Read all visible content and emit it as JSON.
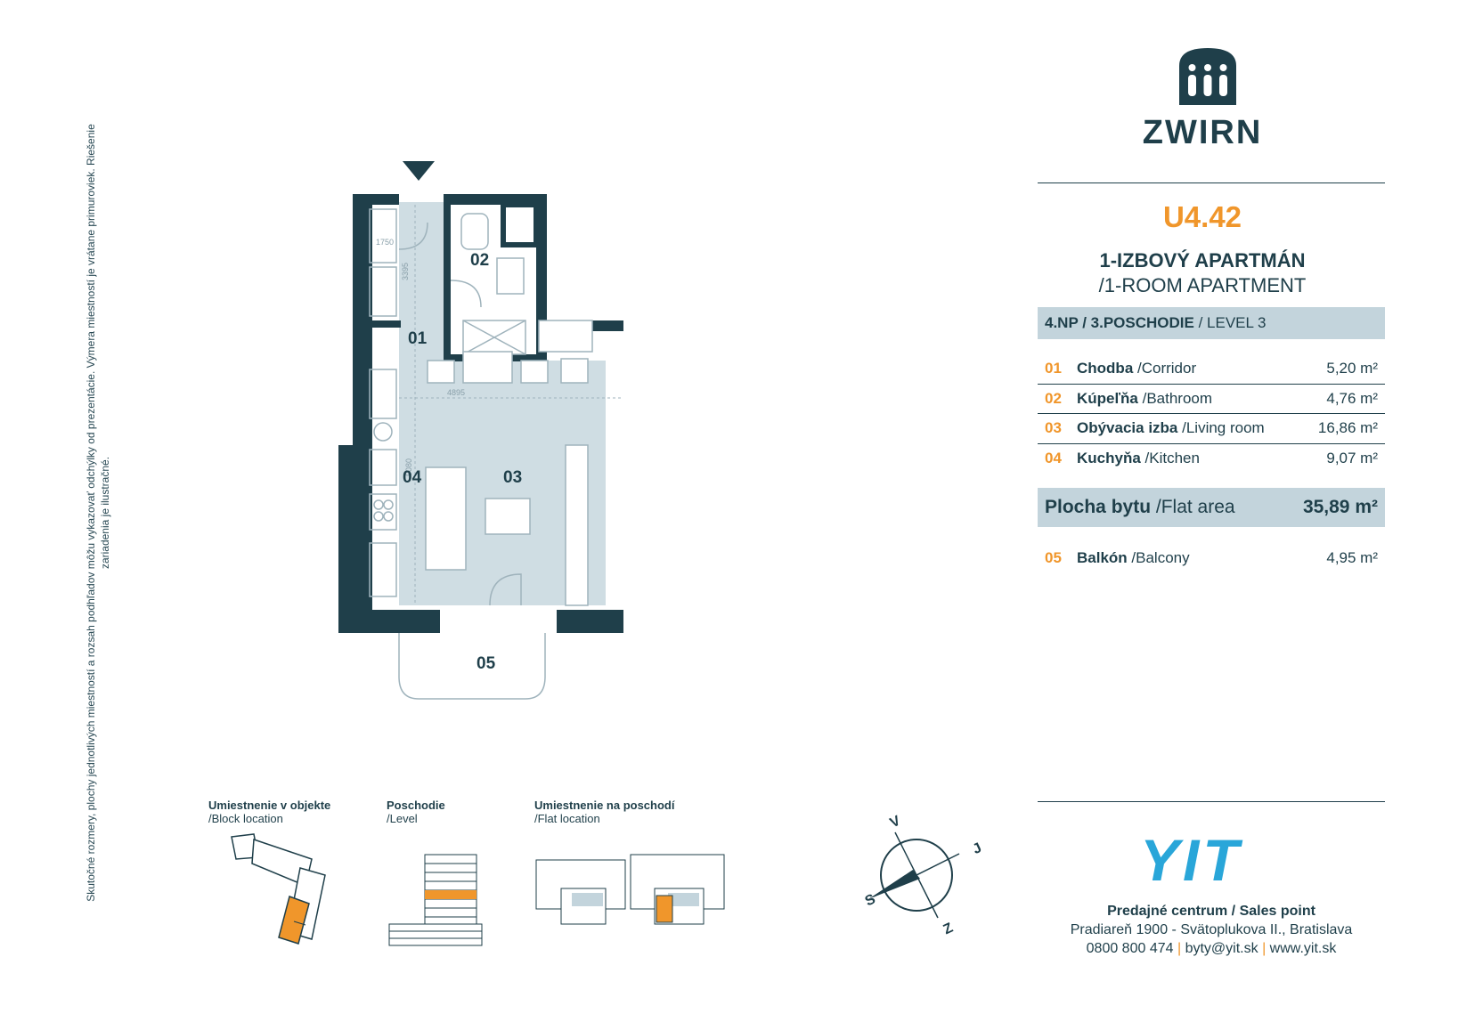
{
  "disclaimer": "Skutočné rozmery, plochy jednotlivých miestností a rozsah podhľadov môžu vykazovať odchýlky od prezentácie. Výmera miestností je vrátane primuroviek. Riešenie zariadenia je ilustračné.",
  "brand": {
    "name": "ZWIRN",
    "icon": "building-arches-icon",
    "color": "#1f3f4a"
  },
  "unit": {
    "code": "U4.42",
    "type_sk": "1-IZBOVÝ APARTMÁN",
    "type_en": "/1-ROOM APARTMENT",
    "level_sk": "4.NP / 3.POSCHODIE",
    "level_en": " / LEVEL 3"
  },
  "rooms": [
    {
      "num": "01",
      "sk": "Chodba",
      "en": " /Corridor",
      "area": "5,20 m²"
    },
    {
      "num": "02",
      "sk": "Kúpeľňa",
      "en": " /Bathroom",
      "area": "4,76 m²"
    },
    {
      "num": "03",
      "sk": "Obývacia izba",
      "en": " /Living room",
      "area": "16,86 m²"
    },
    {
      "num": "04",
      "sk": "Kuchyňa",
      "en": " /Kitchen",
      "area": "9,07 m²"
    }
  ],
  "total": {
    "sk": "Plocha bytu",
    "en": " /Flat area",
    "area": "35,89 m²"
  },
  "balcony": {
    "num": "05",
    "sk": "Balkón",
    "en": " /Balcony",
    "area": "4,95 m²"
  },
  "plan": {
    "labels": [
      "01",
      "02",
      "03",
      "04",
      "05"
    ],
    "dims": [
      "1750",
      "3395",
      "4895",
      "5080"
    ]
  },
  "location": {
    "block": {
      "title": "Umiestnenie v objekte",
      "sub": "/Block location"
    },
    "level": {
      "title": "Poschodie",
      "sub": "/Level"
    },
    "flat": {
      "title": "Umiestnenie na poschodí",
      "sub": "/Flat location"
    }
  },
  "compass": {
    "v": "V",
    "j": "J",
    "s": "S",
    "z": "Z"
  },
  "sales": {
    "logo": "YIT",
    "title": "Predajné centrum / Sales point",
    "address": "Pradiareň 1900 - Svätoplukova II., Bratislava",
    "phone": "0800 800 474",
    "email": "byty@yit.sk",
    "web": "www.yit.sk"
  },
  "colors": {
    "accent": "#f0962b",
    "panel": "#c3d4dc",
    "wall": "#1f3f4a",
    "floor": "#cfdde3",
    "yit": "#29a6d9"
  }
}
